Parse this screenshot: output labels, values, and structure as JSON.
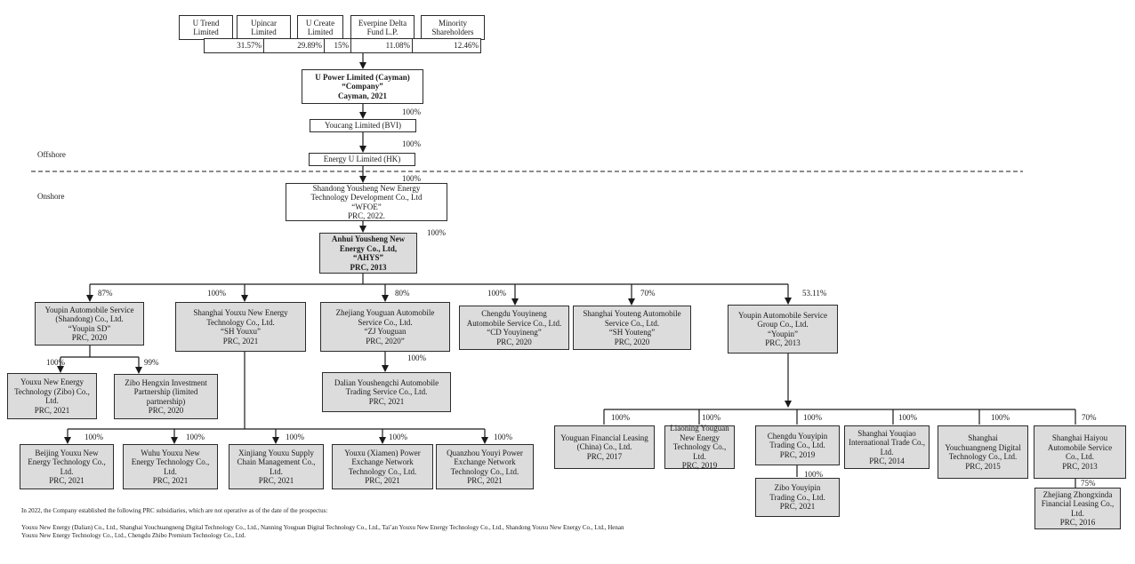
{
  "shareholders": [
    {
      "name": "U Trend\nLimited",
      "pct": "31.57%"
    },
    {
      "name": "Upincar\nLimited",
      "pct": "29.89%"
    },
    {
      "name": "U Create\nLimited",
      "pct": "15%"
    },
    {
      "name": "Everpine Delta\nFund L.P.",
      "pct": "11.08%"
    },
    {
      "name": "Minority\nShareholders",
      "pct": "12.46%"
    }
  ],
  "company": "U Power Limited (Cayman)\n“Company”\nCayman, 2021",
  "bvi": {
    "name": "Youcang Limited (BVI)",
    "pct": "100%"
  },
  "hk": {
    "name": "Energy U Limited (HK)",
    "pct": "100%"
  },
  "offshore_label": "Offshore",
  "onshore_label": "Onshore",
  "wfoe": {
    "name": "Shandong Yousheng New Energy\nTechnology Development Co., Ltd\n“WFOE”\nPRC, 2022.",
    "pct": "100%"
  },
  "ahys": {
    "name": "Anhui Yousheng New\nEnergy Co., Ltd,\n“AHYS”\nPRC, 2013",
    "pct": "100%"
  },
  "subsidiaries": [
    {
      "name": "Youpin Automobile Service\n(Shandong) Co., Ltd.\n“Youpin SD”\nPRC, 2020",
      "pct": "87%"
    },
    {
      "name": "Shanghai Youxu New Energy\nTechnology Co., Ltd.\n“SH Youxu”\nPRC, 2021",
      "pct": "100%"
    },
    {
      "name": "Zhejiang Youguan Automobile\nService Co., Ltd.\n“ZJ Youguan\nPRC, 2020”",
      "pct": "80%"
    },
    {
      "name": "Chengdu Youyineng\nAutomobile Service Co., Ltd.\n“CD Youyineng”\nPRC, 2020",
      "pct": "100%"
    },
    {
      "name": "Shanghai Youteng Automobile\nService Co., Ltd.\n“SH Youteng”\nPRC, 2020",
      "pct": "70%"
    },
    {
      "name": "Youpin Automobile Service\nGroup Co., Ltd.\n“Youpin”\nPRC, 2013",
      "pct": "53.11%"
    }
  ],
  "youpin_sd_subs": [
    {
      "name": "Youxu New Energy\nTechnology (Zibo) Co.,\nLtd.\nPRC, 2021",
      "pct": "100%"
    },
    {
      "name": "Zibo Hengxin Investment\nPartnership (limited\npartnership)\nPRC, 2020",
      "pct": "99%"
    }
  ],
  "dalian": {
    "name": "Dalian Youshengchi Automobile\nTrading Service Co., Ltd.\nPRC, 2021",
    "pct": "100%"
  },
  "sh_youxu_subs": [
    {
      "name": "Beijing Youxu New\nEnergy Technology Co.,\nLtd.\nPRC, 2021",
      "pct": "100%"
    },
    {
      "name": "Wuhu Youxu New\nEnergy Technology Co.,\nLtd.\nPRC, 2021",
      "pct": "100%"
    },
    {
      "name": "Xinjiang Youxu Supply\nChain Management Co.,\nLtd.\nPRC, 2021",
      "pct": "100%"
    },
    {
      "name": "Youxu (Xiamen) Power\nExchange Network\nTechnology Co., Ltd.\nPRC, 2021",
      "pct": "100%"
    },
    {
      "name": "Quanzhou Youyi Power\nExchange Network\nTechnology Co., Ltd.\nPRC, 2021",
      "pct": "100%"
    }
  ],
  "youpin_subs": [
    {
      "name": "Youguan Financial Leasing\n(China) Co., Ltd.\nPRC, 2017",
      "pct": "100%"
    },
    {
      "name": "Liaoning Youguan\nNew Energy\nTechnology Co., Ltd.\nPRC, 2019",
      "pct": "100%"
    },
    {
      "name": "Chengdu Youyipin\nTrading Co., Ltd.\nPRC, 2019",
      "pct": "100%"
    },
    {
      "name": "Shanghai Youqiao\nInternational Trade Co.,\nLtd.\nPRC, 2014",
      "pct": "100%"
    },
    {
      "name": "Shanghai\nYouchuangneng Digital\nTechnology Co., Ltd.\nPRC, 2015",
      "pct": "100%"
    },
    {
      "name": "Shanghai Haiyou\nAutomobile Service\nCo., Ltd.\nPRC, 2013",
      "pct": "70%"
    }
  ],
  "zibo_youyipin": {
    "name": "Zibo Youyipin\nTrading Co., Ltd.\nPRC, 2021",
    "pct": "100%"
  },
  "zhejiang_zhongxinda": {
    "name": "Zhejiang Zhongxinda\nFinancial Leasing Co.,\nLtd.\nPRC, 2016",
    "pct": "75%"
  },
  "footnote_intro": "In 2022, the Company established the following PRC subsidiaries, which are not operative as of the date of the prospectus:",
  "footnote_list": "Youxu New Energy (Dalian) Co., Ltd., Shanghai Youchuangneng Digital Technology Co., Ltd., Nanning Youguan Digital Technology Co., Ltd., Tai’an Youxu New Energy Technology Co., Ltd., Shandong Youxu New Energy Co., Ltd., Henan\nYouxu New Energy Technology Co., Ltd., Chengdu Zhibo Premium Technology Co., Ltd."
}
